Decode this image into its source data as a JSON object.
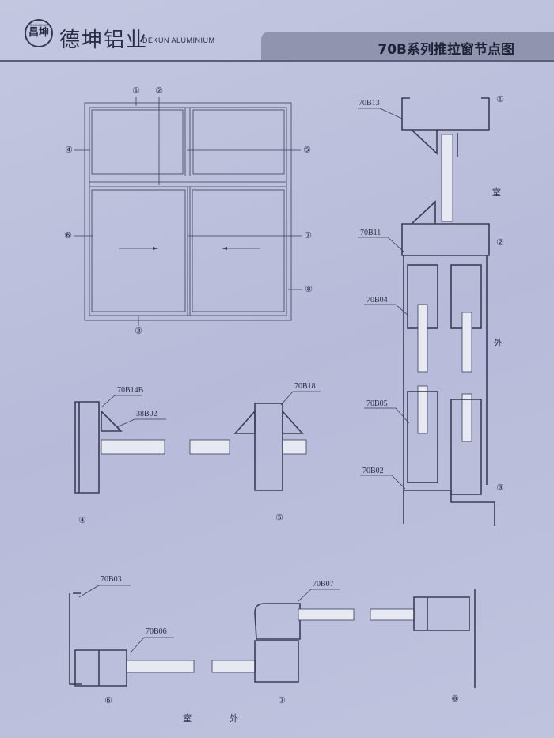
{
  "header": {
    "logo_sub": "CHANGKUN",
    "logo_main": "昌坤",
    "brand_cn": "德坤铝业",
    "brand_en": "DEKUN ALUMINIUM",
    "title": "70B系列推拉窗节点图"
  },
  "callouts": [
    "①",
    "②",
    "③",
    "④",
    "⑤",
    "⑥",
    "⑦",
    "⑧"
  ],
  "parts": {
    "p70B13": "70B13",
    "p70B11": "70B11",
    "p70B04": "70B04",
    "p70B05": "70B05",
    "p70B02": "70B02",
    "p70B14B": "70B14B",
    "p38B02": "38B02",
    "p70B18": "70B18",
    "p70B03": "70B03",
    "p70B06": "70B06",
    "p70B07": "70B07"
  },
  "labels": {
    "indoor": "室",
    "outdoor": "外"
  }
}
